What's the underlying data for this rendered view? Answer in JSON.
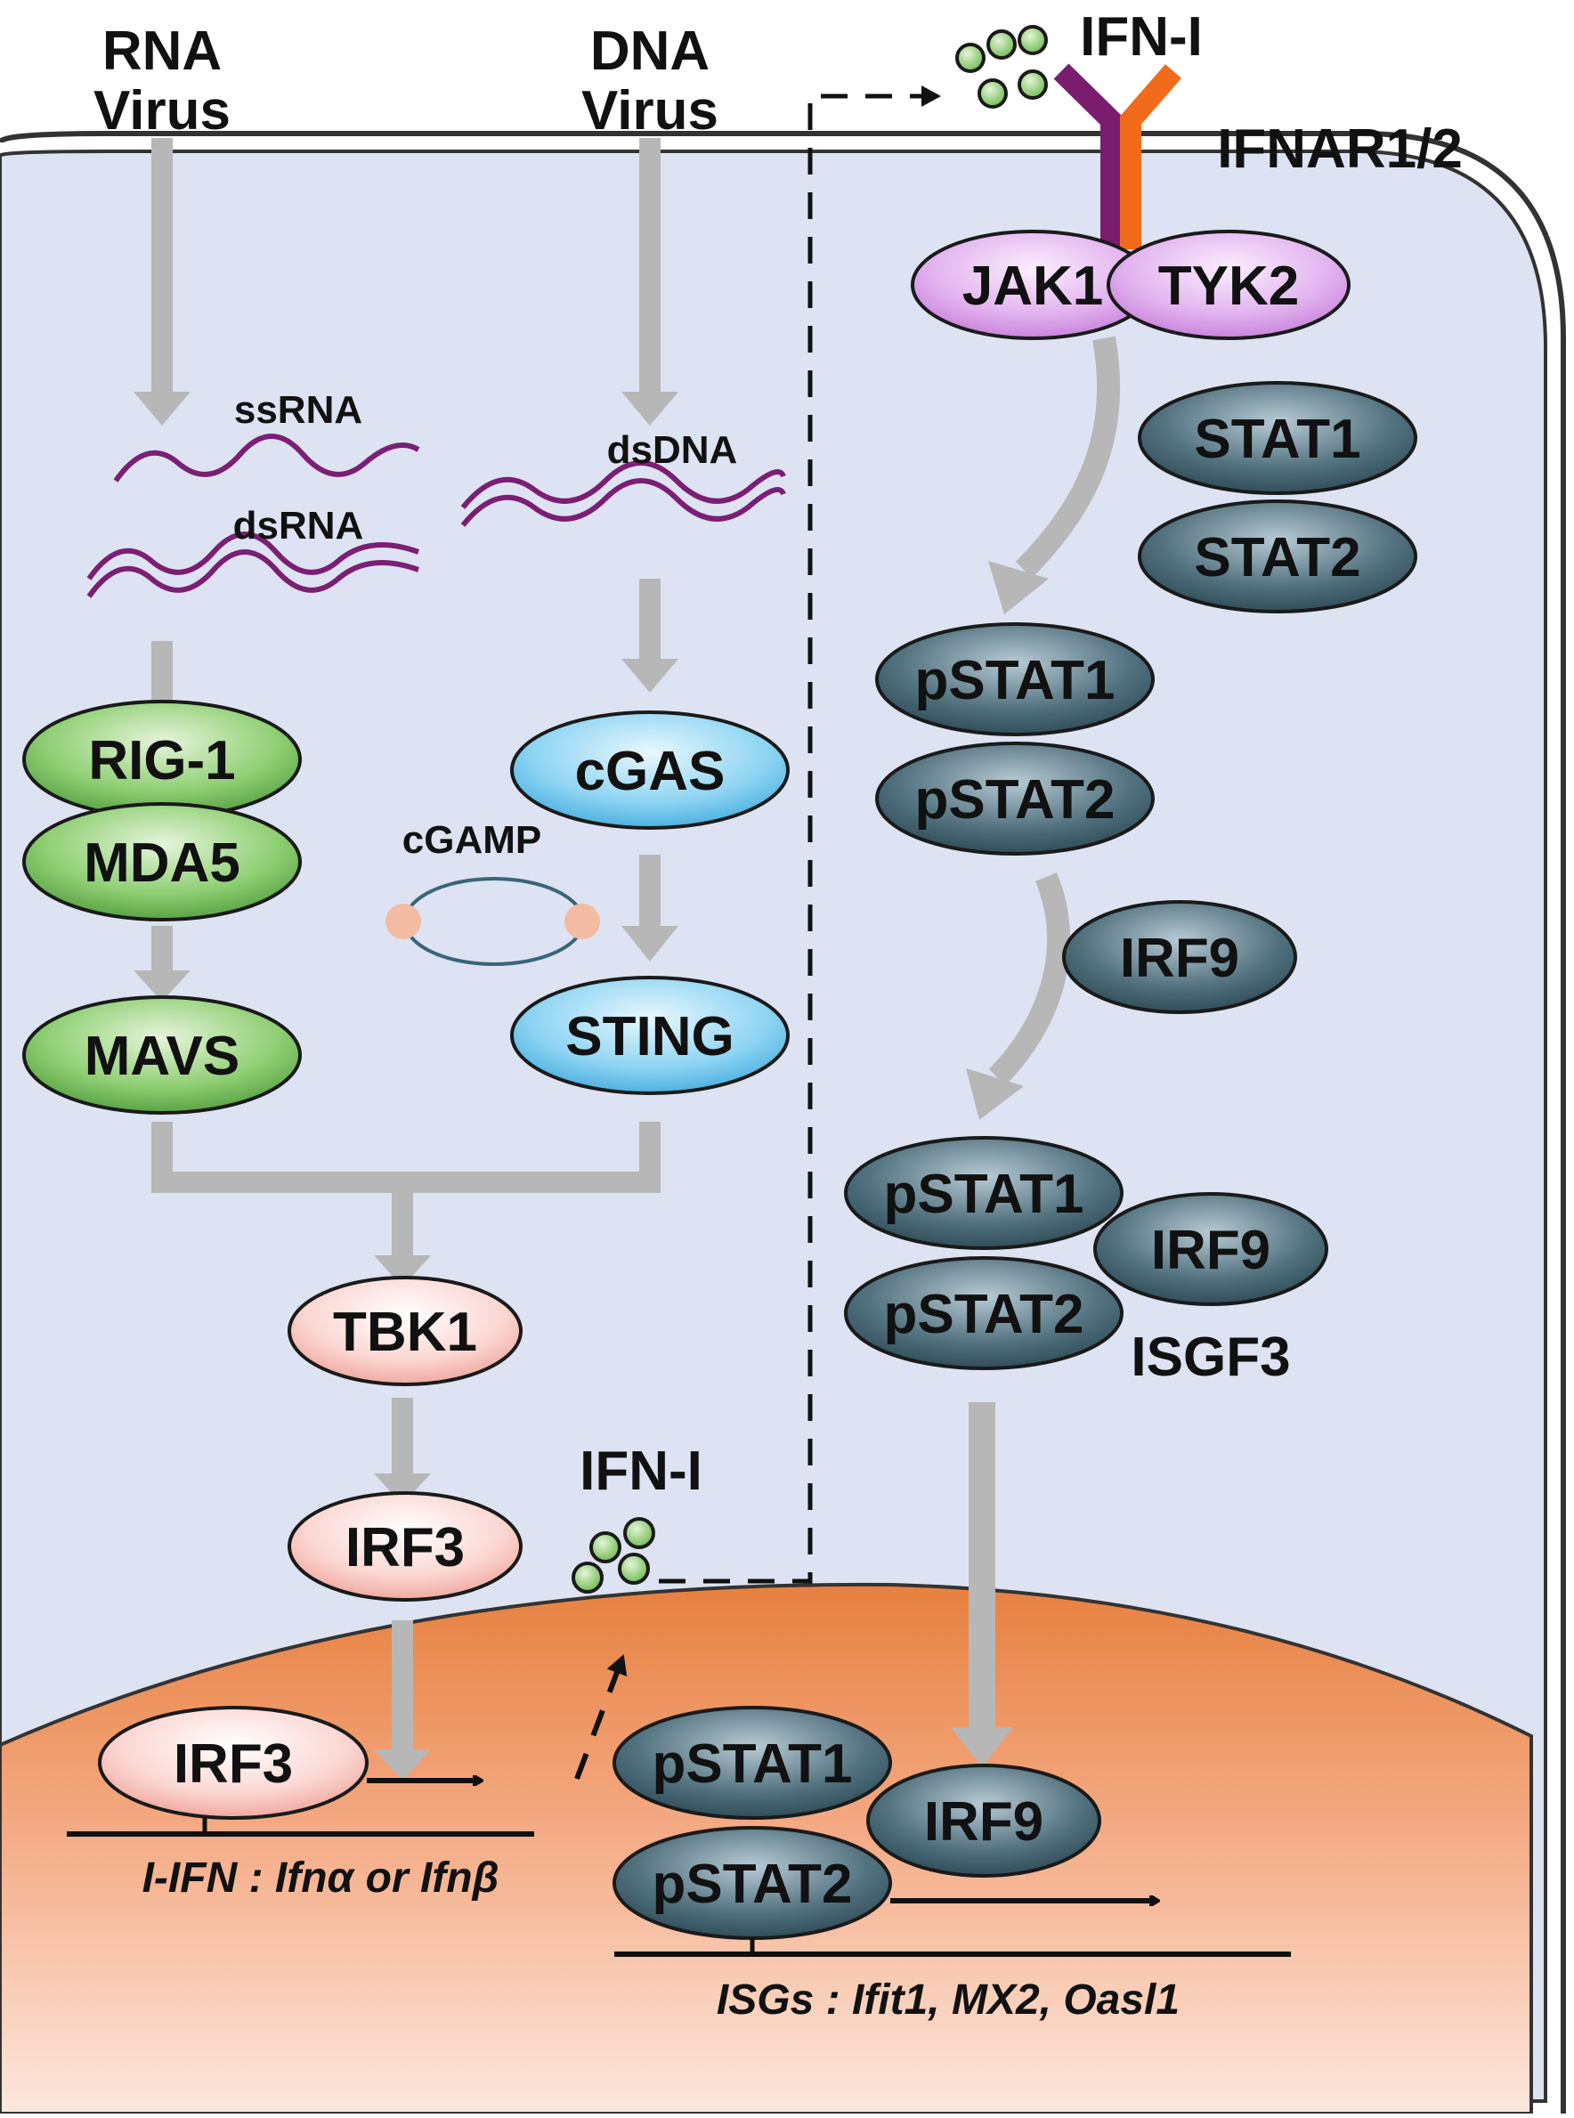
{
  "inputs": {
    "rna_virus": [
      "RNA",
      "Virus"
    ],
    "dna_virus": [
      "DNA",
      "Virus"
    ]
  },
  "nucleic_acids": {
    "ssrna": "ssRNA",
    "dsrna": "dsRNA",
    "dsdna": "dsDNA",
    "cgamp": "cGAMP"
  },
  "proteins": {
    "rig1": "RIG-1",
    "mda5": "MDA5",
    "mavs": "MAVS",
    "cgas": "cGAS",
    "sting": "STING",
    "tbk1": "TBK1",
    "irf3": "IRF3",
    "irf3_nuclear": "IRF3",
    "jak1": "JAK1",
    "tyk2": "TYK2",
    "stat1": "STAT1",
    "stat2": "STAT2",
    "pstat1": "pSTAT1",
    "pstat2": "pSTAT2",
    "irf9": "IRF9",
    "isgf3_pstat1": "pSTAT1",
    "isgf3_irf9": "IRF9",
    "isgf3_pstat2": "pSTAT2",
    "nuc_pstat1": "pSTAT1",
    "nuc_irf9": "IRF9",
    "nuc_pstat2": "pSTAT2"
  },
  "labels": {
    "ifn_top": "IFN-I",
    "ifnar": "IFNAR1/2",
    "ifn_mid": "IFN-I",
    "isgf3": "ISGF3"
  },
  "genes": {
    "ifn_genes": "I-IFN : Ifnα or Ifnβ",
    "isgs": "ISGs : Ifit1, MX2, Oasl1"
  },
  "colors": {
    "cytoplasm": "#dde3f2",
    "membrane": "#4a4a4a",
    "nucleus_top": "#e8874f",
    "nucleus_bottom": "#fbe4d8",
    "arrow_gray": "#b7b7b7",
    "green_protein": "#6cbf55",
    "blue_protein": "#5fc1ec",
    "pink_protein": "#f7b8b0",
    "purple_protein": "#d89be6",
    "stat_protein": "#3d5f6e",
    "ifn_dot": "#7fc561",
    "nucleic_acid": "#7a1f73",
    "receptor_purple": "#7b1d6e",
    "receptor_orange": "#f16b1a",
    "cgamp_dot": "#f3bba1",
    "cgamp_ring": "#3a6577"
  }
}
